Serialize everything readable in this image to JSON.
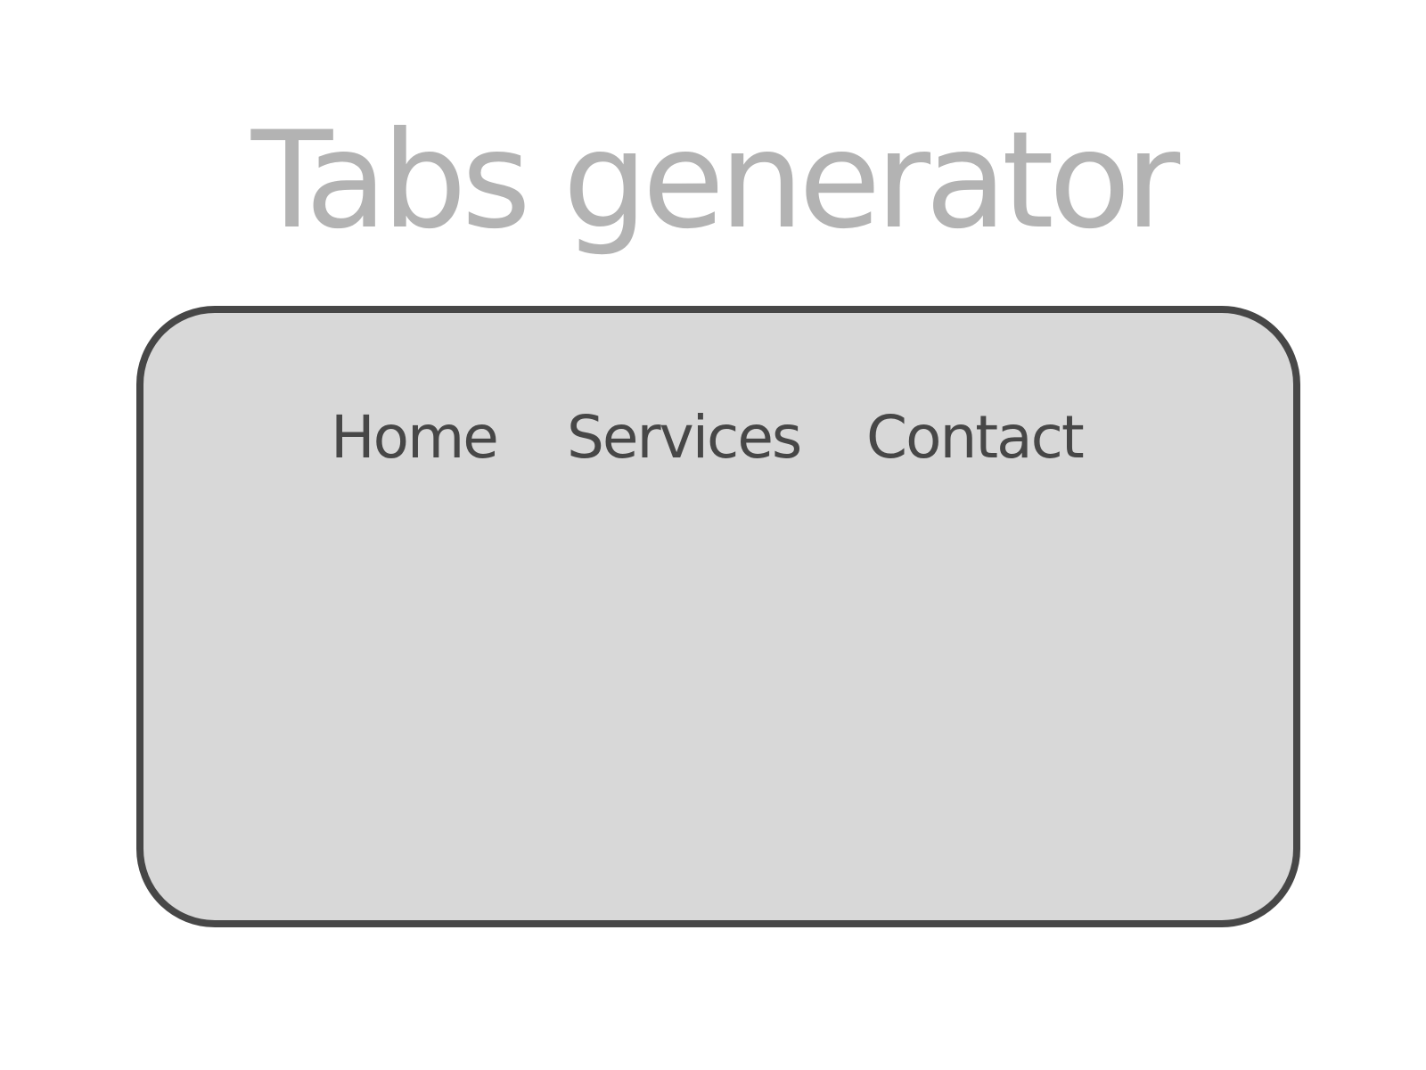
{
  "page": {
    "title": "Tabs generator"
  },
  "tabs": [
    {
      "label": "Home"
    },
    {
      "label": "Services"
    },
    {
      "label": "Contact"
    }
  ],
  "colors": {
    "title": "#b3b3b3",
    "panel_background": "#d8d8d8",
    "panel_border": "#474747",
    "tab_text": "#474747"
  }
}
